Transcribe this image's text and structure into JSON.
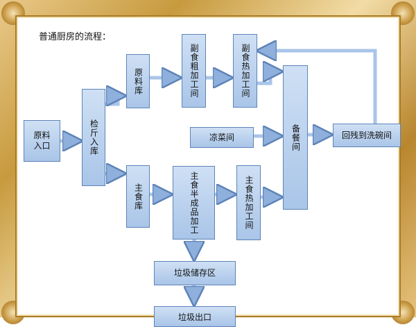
{
  "title": "普通厨房的流程：",
  "nodes": {
    "raw_entry": "原料\n入口",
    "inspect": "检斤入库",
    "raw_store": "原料库",
    "side_rough": "副食粗加工间",
    "side_hot": "副食热加工间",
    "staple_store": "主食库",
    "staple_semi": "主食半成品加工",
    "staple_hot": "主食热加工间",
    "cold_room": "凉菜间",
    "prep": "备餐间",
    "dish_wash": "回残到洗碗间",
    "waste_store": "垃圾储存区",
    "waste_exit": "垃圾出口"
  },
  "colors": {
    "box_fill": "#a9c5e8",
    "box_border": "#5d83b8",
    "arrow": "#a9c5e8"
  }
}
